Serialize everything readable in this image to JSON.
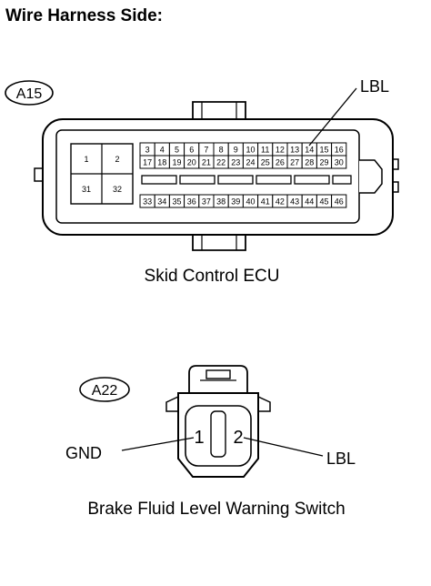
{
  "page": {
    "heading": "Wire Harness Side:"
  },
  "connector_a15": {
    "tag": "A15",
    "caption": "Skid Control ECU",
    "wire_label": "LBL",
    "large_pins": [
      "1",
      "2",
      "31",
      "32"
    ],
    "row_top": [
      "3",
      "4",
      "5",
      "6",
      "7",
      "8",
      "9",
      "10",
      "11",
      "12",
      "13",
      "14",
      "15",
      "16"
    ],
    "row_mid": [
      "17",
      "18",
      "19",
      "20",
      "21",
      "22",
      "23",
      "24",
      "25",
      "26",
      "27",
      "28",
      "29",
      "30"
    ],
    "row_bottom": [
      "33",
      "34",
      "35",
      "36",
      "37",
      "38",
      "39",
      "40",
      "41",
      "42",
      "43",
      "44",
      "45",
      "46"
    ]
  },
  "connector_a22": {
    "tag": "A22",
    "caption": "Brake Fluid Level Warning Switch",
    "pins": [
      "1",
      "2"
    ],
    "left_wire_label": "GND",
    "right_wire_label": "LBL"
  }
}
